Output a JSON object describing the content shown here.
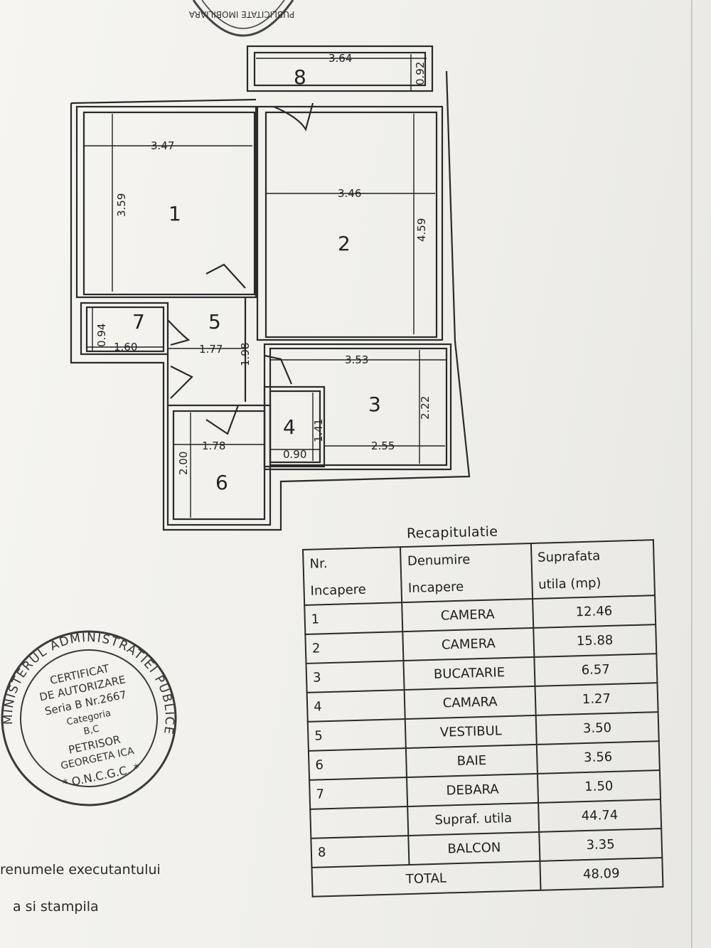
{
  "plan": {
    "rooms": [
      {
        "num": "1"
      },
      {
        "num": "2"
      },
      {
        "num": "3"
      },
      {
        "num": "4"
      },
      {
        "num": "5"
      },
      {
        "num": "6"
      },
      {
        "num": "7"
      },
      {
        "num": "8"
      }
    ],
    "dimensions": {
      "balcony_width": "3.64",
      "balcony_depth": "0.92",
      "room1_width": "3.47",
      "room1_depth": "3.59",
      "room2_width": "3.46",
      "room2_depth": "4.59",
      "room7_depth": "0.94",
      "room7_width": "1.60",
      "hall_width": "1.77",
      "hall_depth": "1.98",
      "kitchen_width": "3.53",
      "kitchen_depth": "2.22",
      "kitchen_inner_width": "2.55",
      "pantry_depth": "1.41",
      "pantry_width": "0.90",
      "bath_width": "1.78",
      "bath_depth": "2.00"
    }
  },
  "recap": {
    "title": "Recapitulatie",
    "headers": {
      "nr_line1": "Nr.",
      "nr_line2": "Incapere",
      "name_line1": "Denumire",
      "name_line2": "Incapere",
      "area_line1": "Suprafata",
      "area_line2": "utila (mp)"
    },
    "rows": [
      {
        "nr": "1",
        "name": "CAMERA",
        "area": "12.46"
      },
      {
        "nr": "2",
        "name": "CAMERA",
        "area": "15.88"
      },
      {
        "nr": "3",
        "name": "BUCATARIE",
        "area": "6.57"
      },
      {
        "nr": "4",
        "name": "CAMARA",
        "area": "1.27"
      },
      {
        "nr": "5",
        "name": "VESTIBUL",
        "area": "3.50"
      },
      {
        "nr": "6",
        "name": "BAIE",
        "area": "3.56"
      },
      {
        "nr": "7",
        "name": "DEBARA",
        "area": "1.50"
      }
    ],
    "subtotal": {
      "label": "Supraf. utila",
      "area": "44.74"
    },
    "balcony": {
      "nr": "8",
      "name": "BALCON",
      "area": "3.35"
    },
    "total": {
      "label": "TOTAL",
      "area": "48.09"
    }
  },
  "stamp": {
    "ring_text": "MINISTERUL ADMINISTRATIEI PUBLICE",
    "lines": [
      "CERTIFICAT",
      "DE AUTORIZARE",
      "Seria B Nr.2667",
      "Categoria",
      "B,C",
      "PETRISOR",
      "GEORGETA ICA"
    ],
    "bottom": "* O.N.C.G.C. *",
    "top_stamp_text": "PUBLICITATE IMOBILIARA"
  },
  "footer": {
    "line1": "renumele executantului",
    "line2": "a si stampila"
  },
  "colors": {
    "ink": "#1e1e1e",
    "paper": "#f1f0ec",
    "stamp": "#3a3a3a"
  }
}
